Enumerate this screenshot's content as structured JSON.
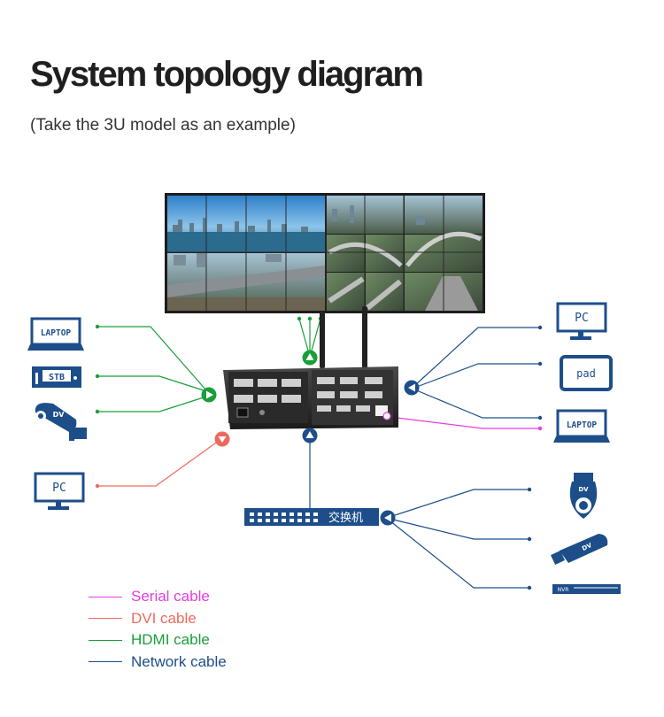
{
  "header": {
    "title": "System topology diagram",
    "subtitle": "(Take the 3U model as an example)"
  },
  "devices": {
    "left_laptop": "LAPTOP",
    "stb": "STB",
    "left_camera": "DV",
    "left_pc": "PC",
    "right_pc": "PC",
    "pad": "pad",
    "right_laptop": "LAPTOP",
    "dome_camera": "DV",
    "bullet_camera": "DV",
    "nvr": "NVR",
    "switch": "交换机"
  },
  "legend": [
    {
      "label": "Serial cable",
      "color": "#e23fe0"
    },
    {
      "label": "DVI cable",
      "color": "#ef6a5e"
    },
    {
      "label": "HDMI cable",
      "color": "#1a9e3a"
    },
    {
      "label": "Network cable",
      "color": "#1d4e8a"
    }
  ],
  "colors": {
    "navy": "#1d4e8a",
    "green": "#1a9e3a",
    "red": "#ef6a5e",
    "magenta": "#e23fe0"
  }
}
